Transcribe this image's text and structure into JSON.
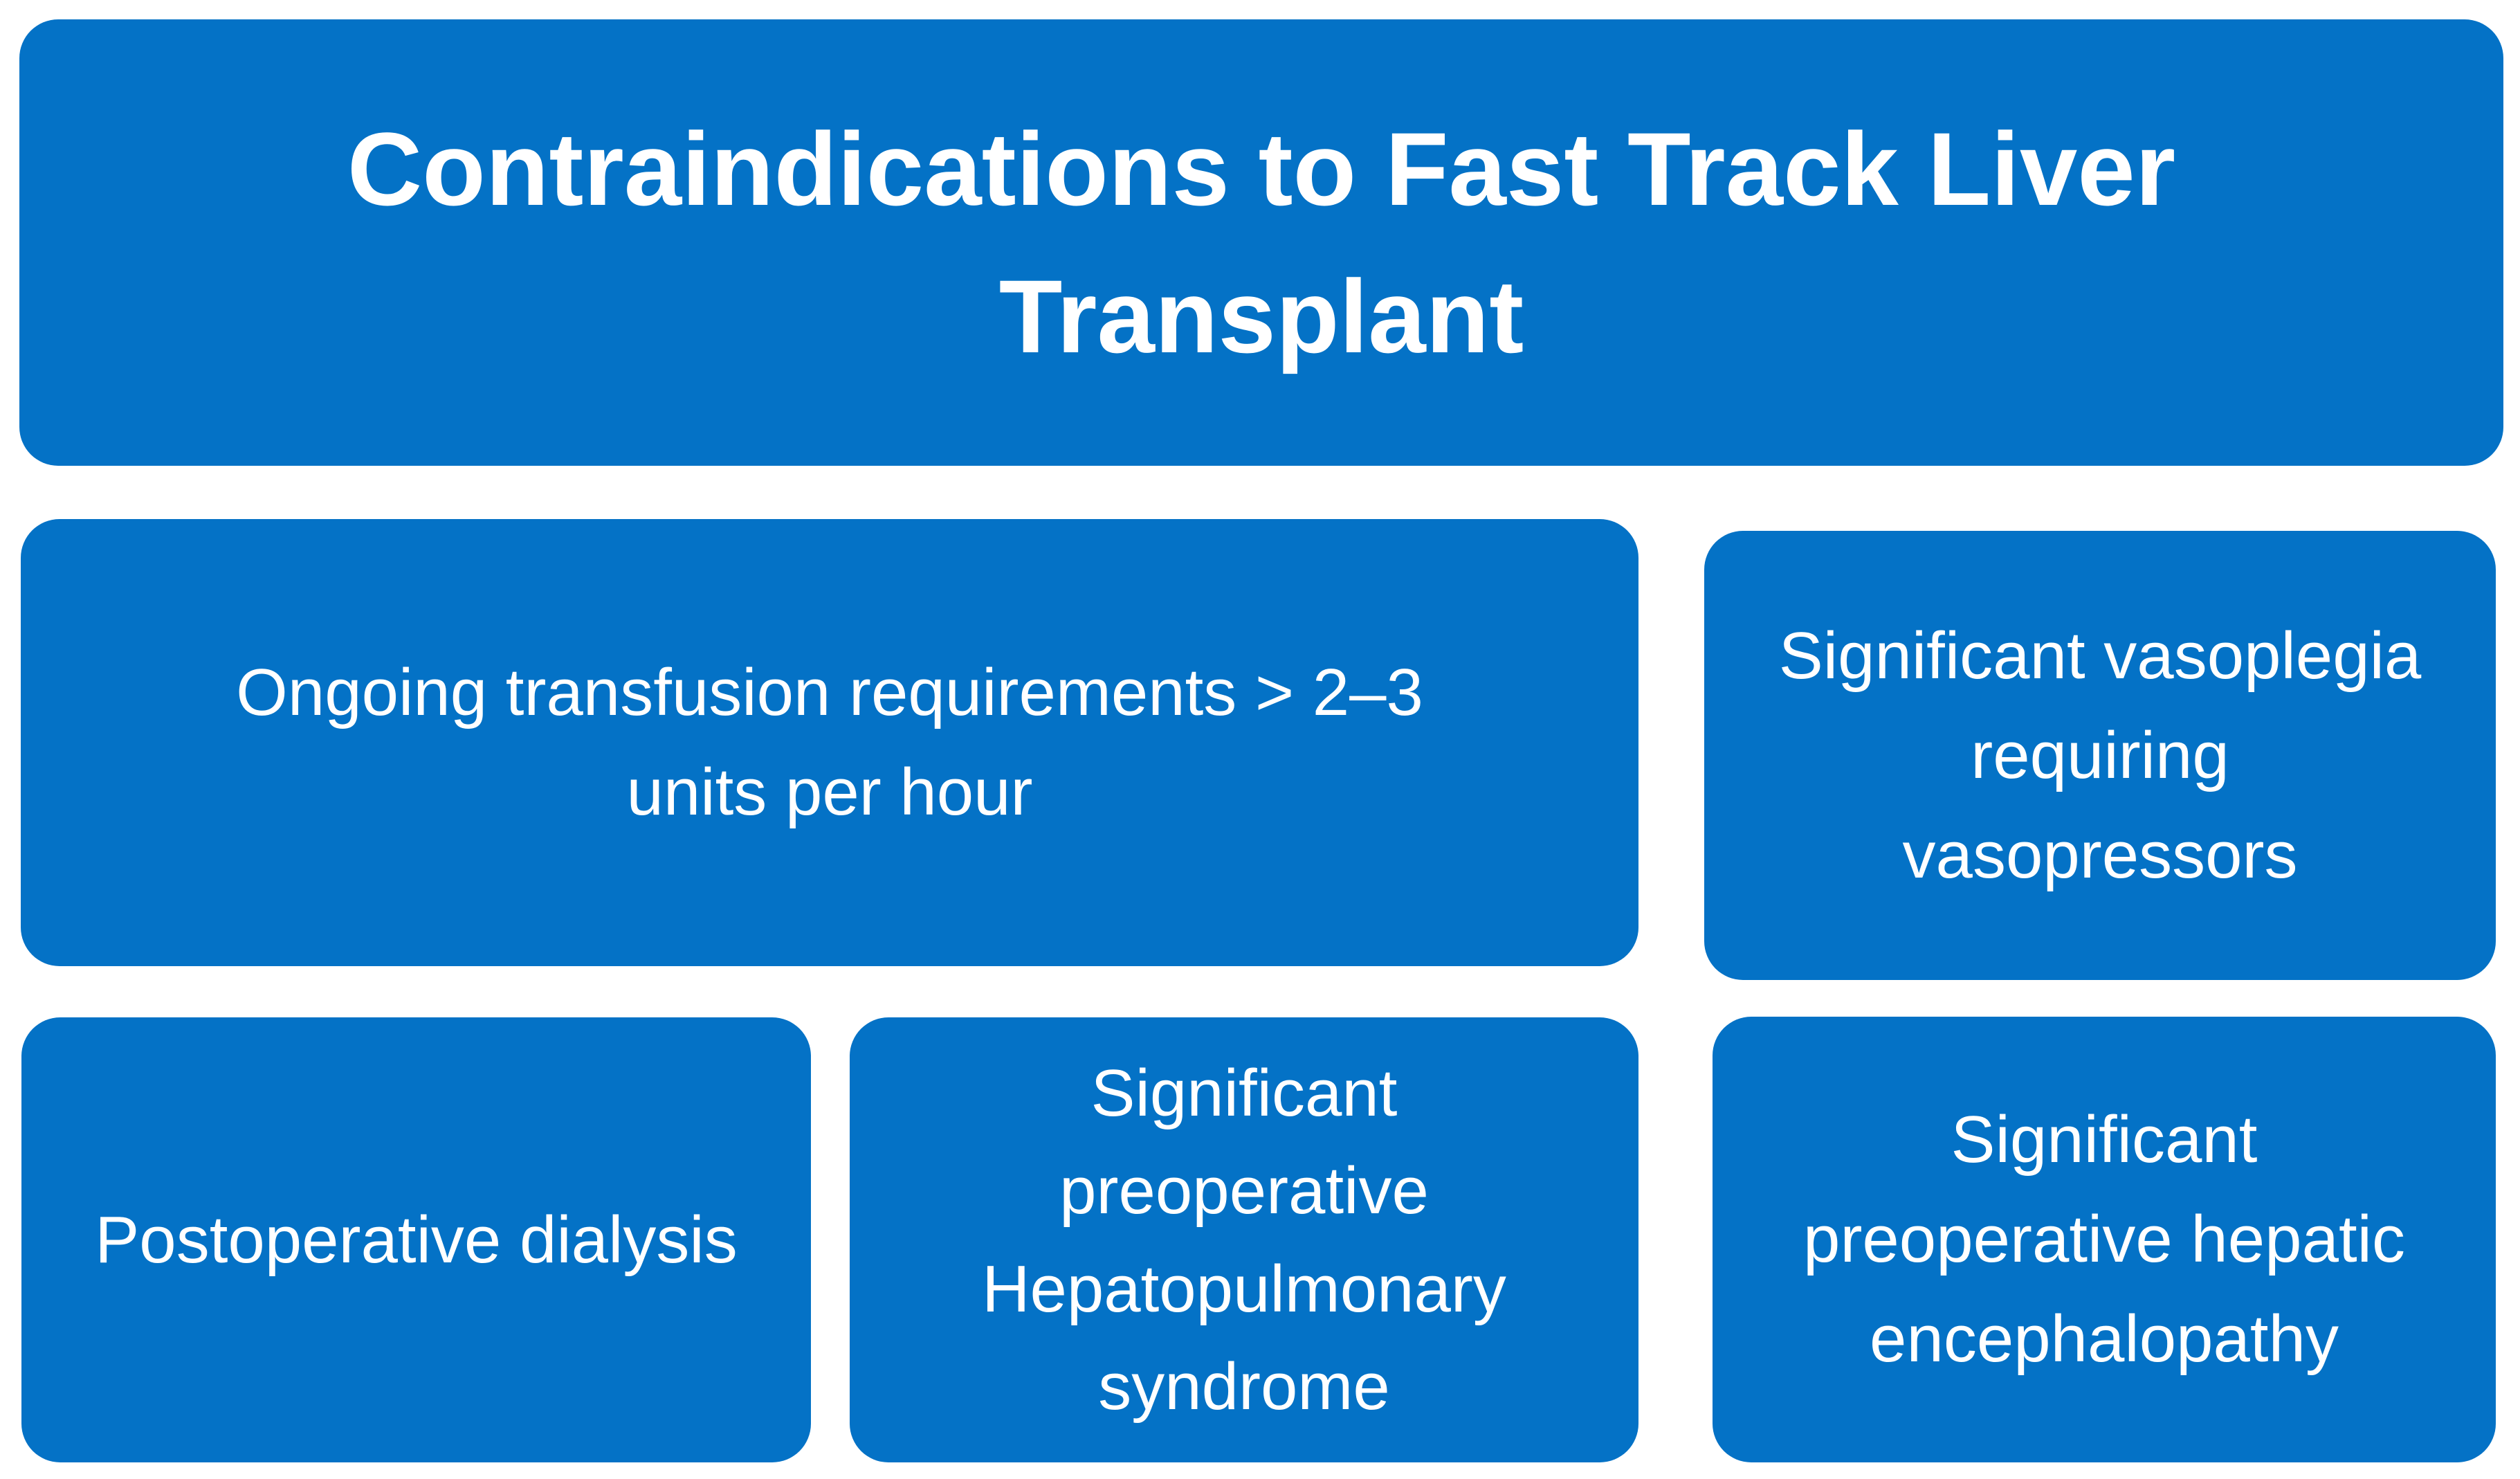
{
  "colors": {
    "box_fill": "#0472C6",
    "text": "#FFFFFF",
    "background": "#FFFFFF"
  },
  "title": "Contraindications to Fast Track Liver\nTransplant",
  "boxes": {
    "transfusion": "Ongoing transfusion requirements > 2–3\nunits per hour",
    "vasoplegia": "Significant vasoplegia\nrequiring\nvasopressors",
    "dialysis": "Postoperative dialysis",
    "hepatopulmonary": "Significant\npreoperative\nHepatopulmonary\nsyndrome",
    "encephalopathy": "Significant\npreoperative hepatic\nencephalopathy"
  }
}
